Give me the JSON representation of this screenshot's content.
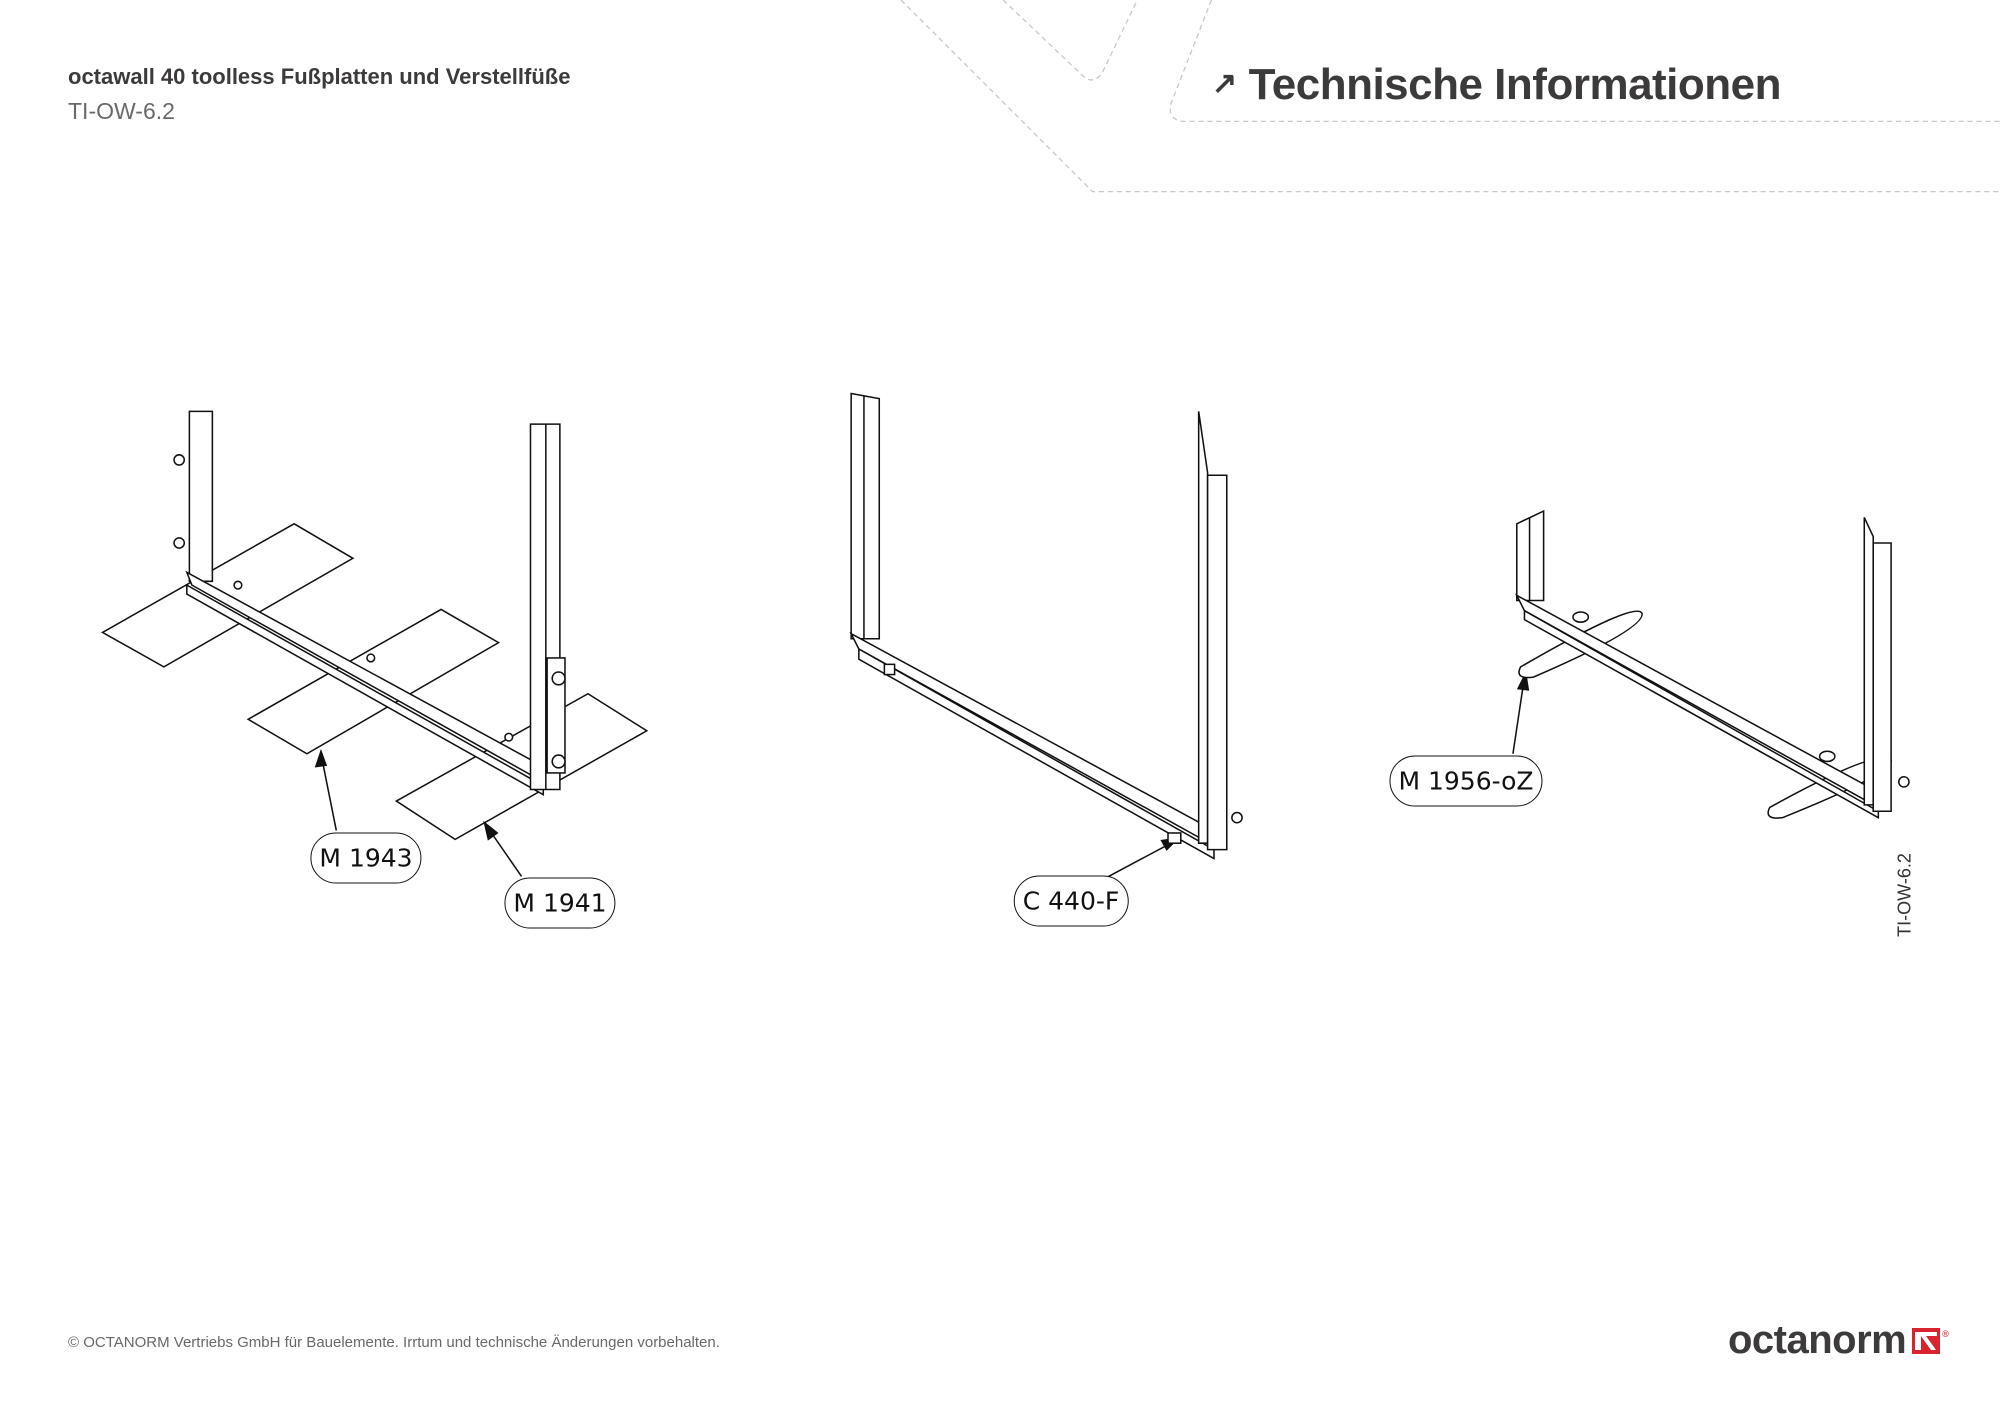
{
  "header": {
    "title": "octawall 40 toolless Fußplatten und Verstellfüße",
    "code": "TI-OW-6.2",
    "section_arrow": "↗",
    "section_title": "Technische Informationen"
  },
  "drawings": [
    {
      "name": "frame-with-foot-plates",
      "labels": [
        "M 1943",
        "M 1941"
      ]
    },
    {
      "name": "frame-with-adjustable-feet",
      "labels": [
        "C 440-F"
      ]
    },
    {
      "name": "frame-with-foot-bars",
      "labels": [
        "M 1956-oZ"
      ]
    }
  ],
  "side_code": "TI-OW-6.2",
  "footer": {
    "copyright": "© OCTANORM Vertriebs GmbH für Bauelemente. Irrtum und technische Änderungen vorbehalten."
  },
  "logo": {
    "text": "octanorm",
    "reg": "®",
    "brand_color": "#d9232e"
  }
}
